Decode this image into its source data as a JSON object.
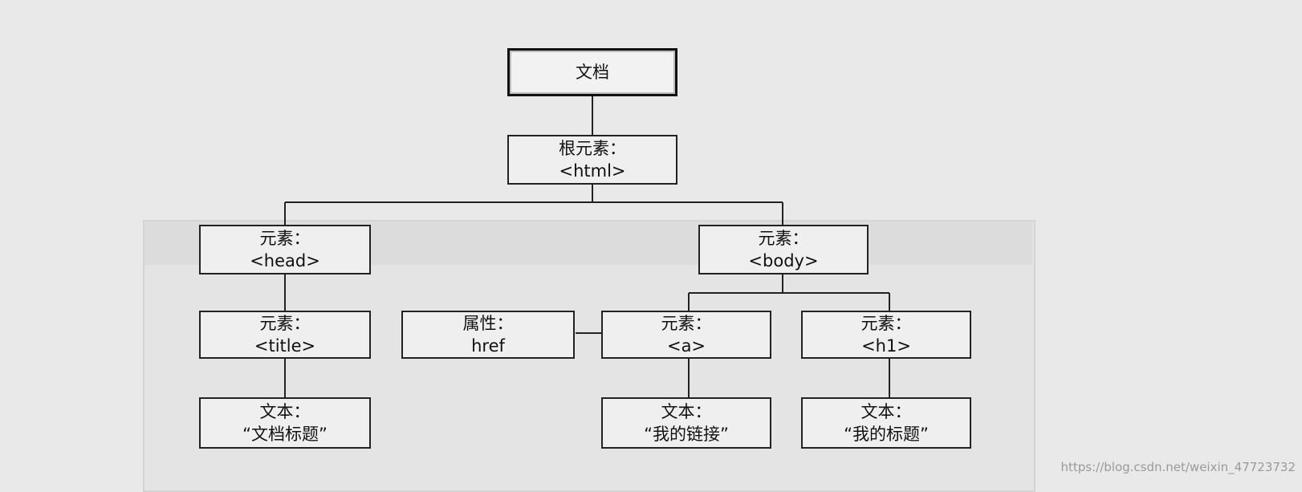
{
  "nodes": {
    "document": {
      "label": "文档"
    },
    "root": {
      "line1": "根元素：",
      "line2": "<html>"
    },
    "head": {
      "line1": "元素：",
      "line2": "<head>"
    },
    "body": {
      "line1": "元素：",
      "line2": "<body>"
    },
    "title": {
      "line1": "元素：",
      "line2": "<title>"
    },
    "attr_href": {
      "line1": "属性：",
      "line2": "href"
    },
    "a": {
      "line1": "元素：",
      "line2": "<a>"
    },
    "h1": {
      "line1": "元素：",
      "line2": "<h1>"
    },
    "text_title": {
      "line1": "文本：",
      "line2": "“文档标题”"
    },
    "text_link": {
      "line1": "文本：",
      "line2": "“我的链接”"
    },
    "text_heading": {
      "line1": "文本：",
      "line2": "“我的标题”"
    }
  },
  "watermark": "https://blog.csdn.net/weixin_47723732"
}
